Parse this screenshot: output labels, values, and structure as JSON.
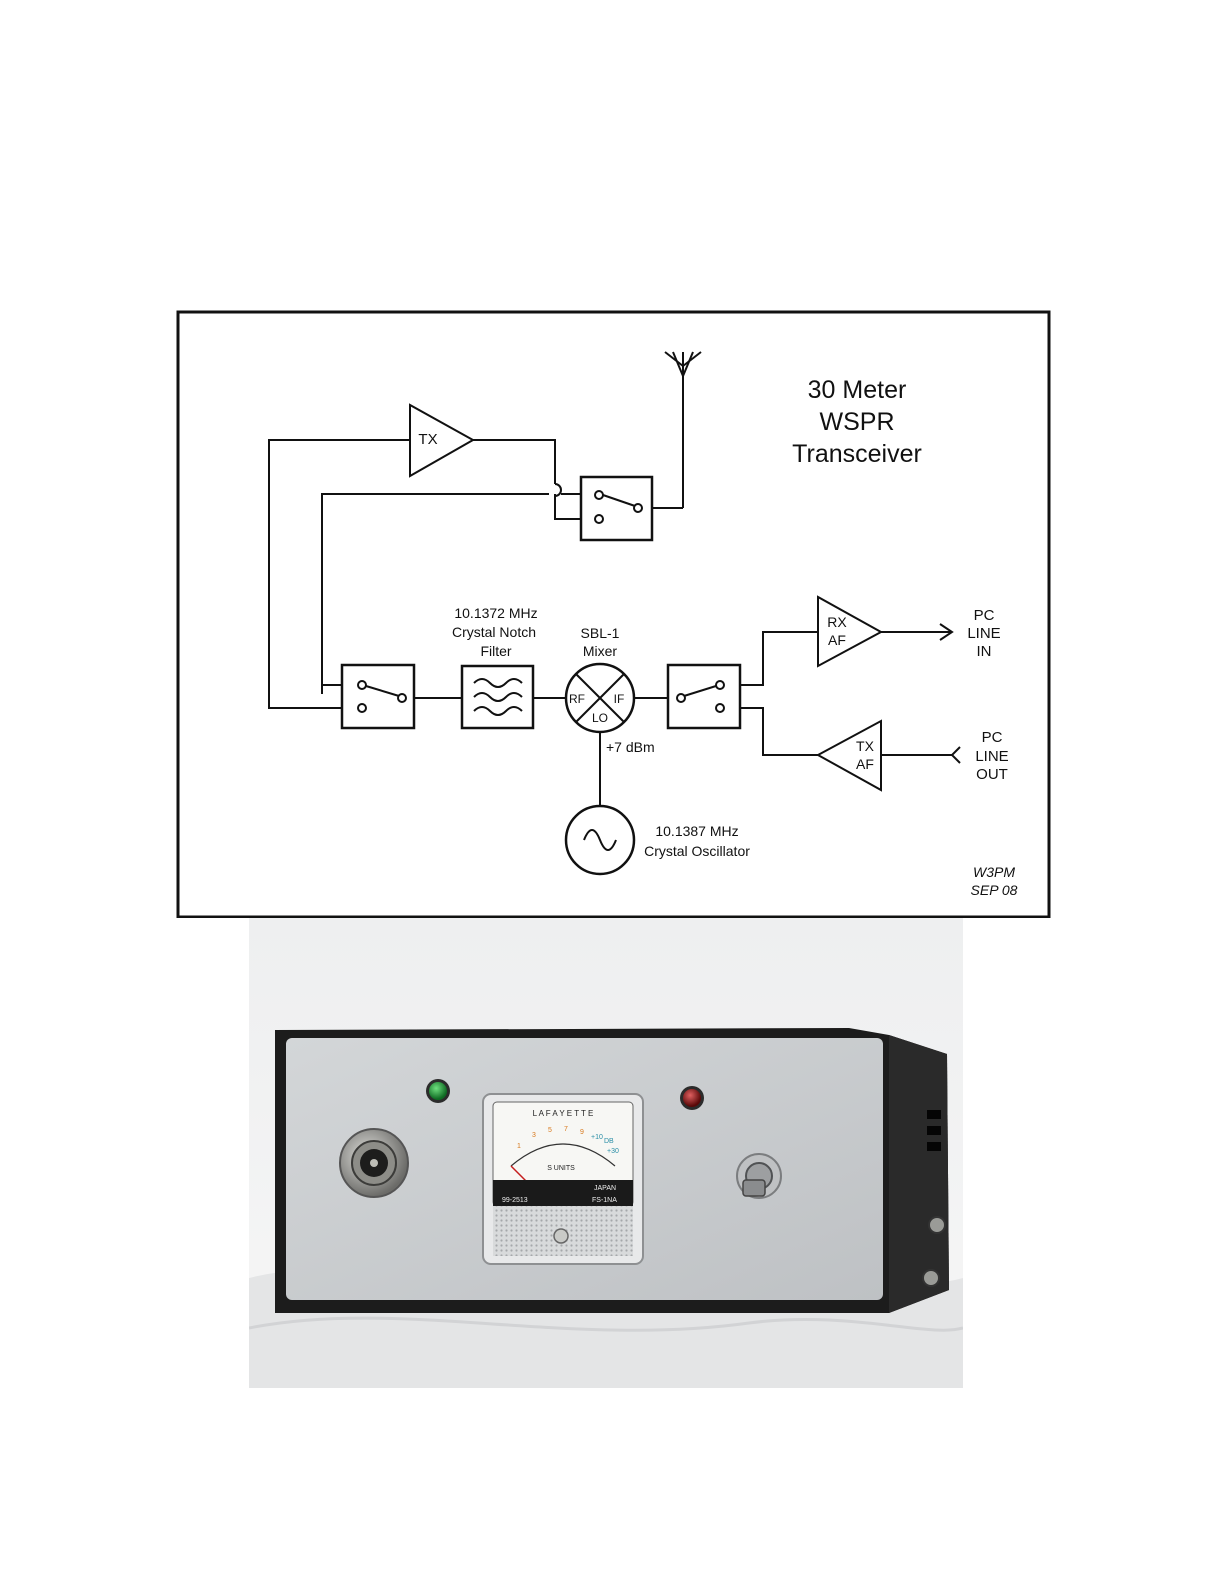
{
  "diagram": {
    "title_lines": [
      "30 Meter",
      "WSPR",
      "Transceiver"
    ],
    "tx_amp": "TX",
    "notch_filter": [
      "10.1372 MHz",
      "Crystal Notch",
      "Filter"
    ],
    "mixer_label": [
      "SBL-1",
      "Mixer"
    ],
    "mixer_ports": {
      "rf": "RF",
      "if": "IF",
      "lo": "LO"
    },
    "lo_level": "+7 dBm",
    "oscillator": [
      "10.1387 MHz",
      "Crystal Oscillator"
    ],
    "rx_af": [
      "RX",
      "AF"
    ],
    "tx_af": [
      "TX",
      "AF"
    ],
    "pc_line_in": [
      "PC",
      "LINE",
      "IN"
    ],
    "pc_line_out": [
      "PC",
      "LINE",
      "OUT"
    ],
    "credit": [
      "W3PM",
      "SEP 08"
    ]
  },
  "photo": {
    "meter_brand": "L A F A Y E T T E",
    "meter_scale": [
      "1",
      "3",
      "5",
      "7",
      "9",
      "+10",
      "DB",
      "+30"
    ],
    "meter_units": "S UNITS",
    "meter_origin": "JAPAN",
    "meter_model": "99-2513",
    "meter_code": "FS-1NA",
    "colors": {
      "panel": "#c9ccce",
      "cabinet": "#1c1c1c",
      "led_green": "#1faa3a",
      "led_red": "#b01818"
    }
  }
}
